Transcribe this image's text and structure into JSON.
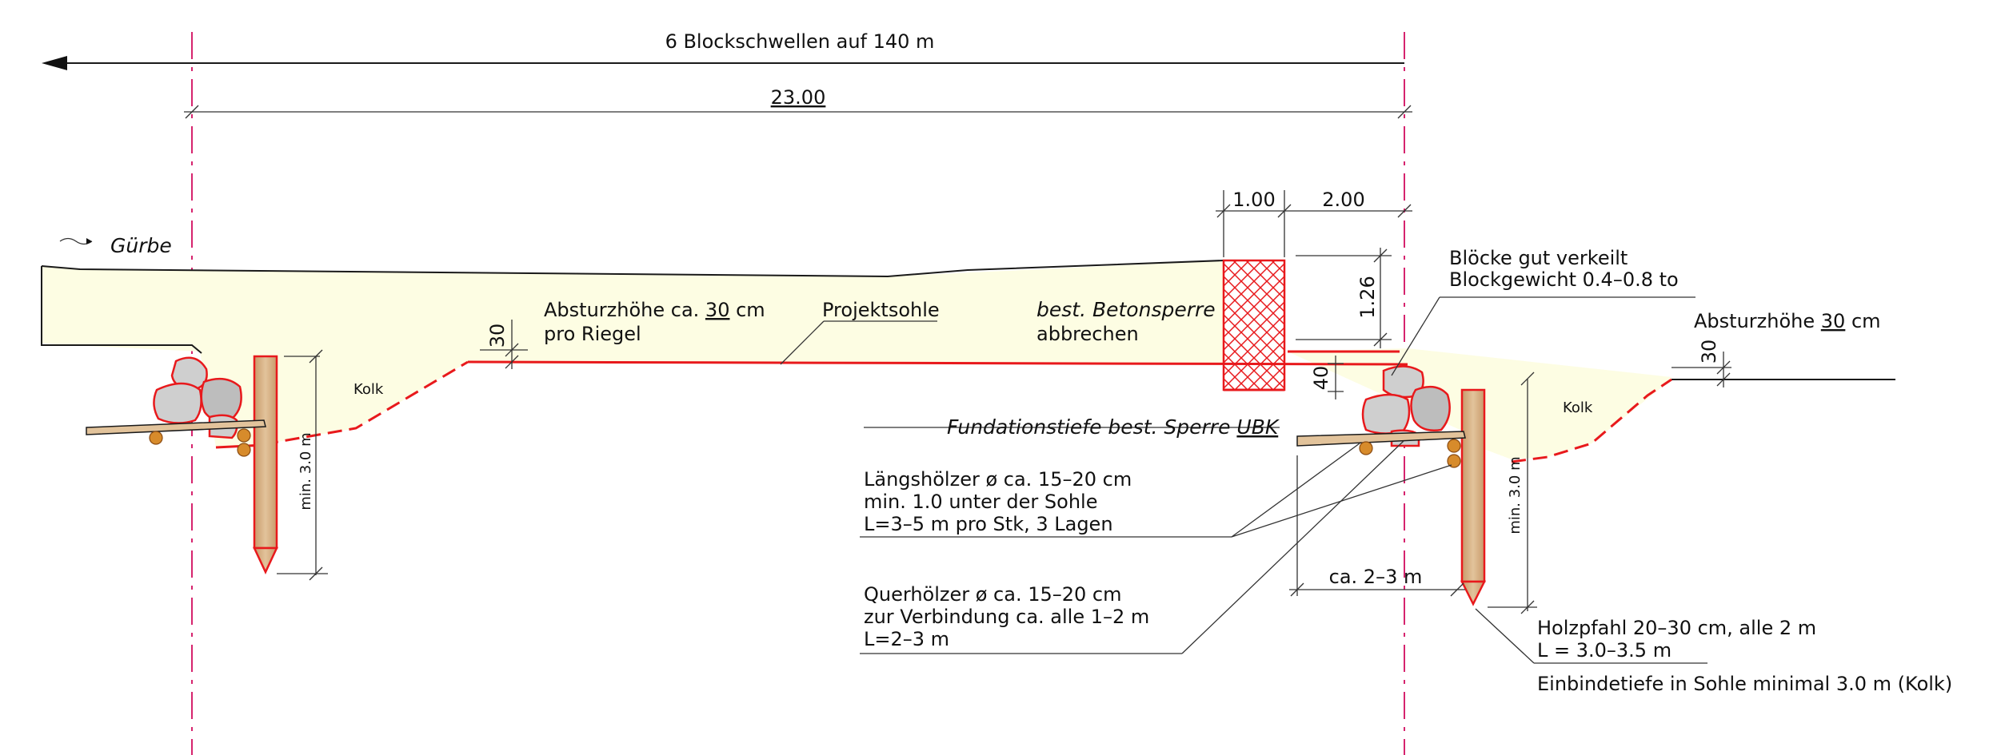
{
  "title_span": "6 Blockschwellen auf 140 m",
  "dim_total": "23.00",
  "dim_block_width": "1.00",
  "dim_block_right": "2.00",
  "dim_block_height": "1.26",
  "dim_40": "40",
  "dim_30_left": "30",
  "dim_30_right": "30",
  "river_name": "Gürbe",
  "absturz_left": {
    "prefix": "Absturzhöhe ca.",
    "value": "30",
    "unit": "cm",
    "line2": "pro Riegel"
  },
  "projektsohle": "Projektsohle",
  "betonsperre": {
    "line1": "best. Betonsperre",
    "line2": "abbrechen"
  },
  "bloecke": {
    "line1": "Blöcke gut verkeilt",
    "line2": "Blockgewicht 0.4–0.8 to"
  },
  "absturz_right": {
    "prefix": "Absturzhöhe",
    "value": "30",
    "unit": "cm"
  },
  "kolk_left": "Kolk",
  "kolk_right": "Kolk",
  "min_depth_left": "min. 3.0 m",
  "min_depth_right": "min. 3.0 m",
  "fundation": {
    "prefix": "Fundationstiefe best. Sperre ",
    "suffix": "UBK"
  },
  "laengshoelzer": [
    "Längshölzer ø ca. 15–20 cm",
    "min. 1.0 unter der Sohle",
    "L=3–5 m pro Stk, 3 Lagen"
  ],
  "querhoelzer": [
    "Querhölzer ø ca. 15–20 cm",
    "zur Verbindung ca. alle 1–2 m",
    "L=2–3 m"
  ],
  "ca_width": "ca. 2–3 m",
  "holzpfahl": [
    "Holzpfahl 20–30 cm, alle 2 m",
    "L  =  3.0–3.5 m"
  ],
  "einbindetiefe": "Einbindetiefe in Sohle minimal 3.0 m (Kolk)",
  "colors": {
    "water": "#fdfde3",
    "red": "#e8191c",
    "axis": "#d6246e",
    "wood": "#d9b88f",
    "stone": "#cccccc"
  }
}
